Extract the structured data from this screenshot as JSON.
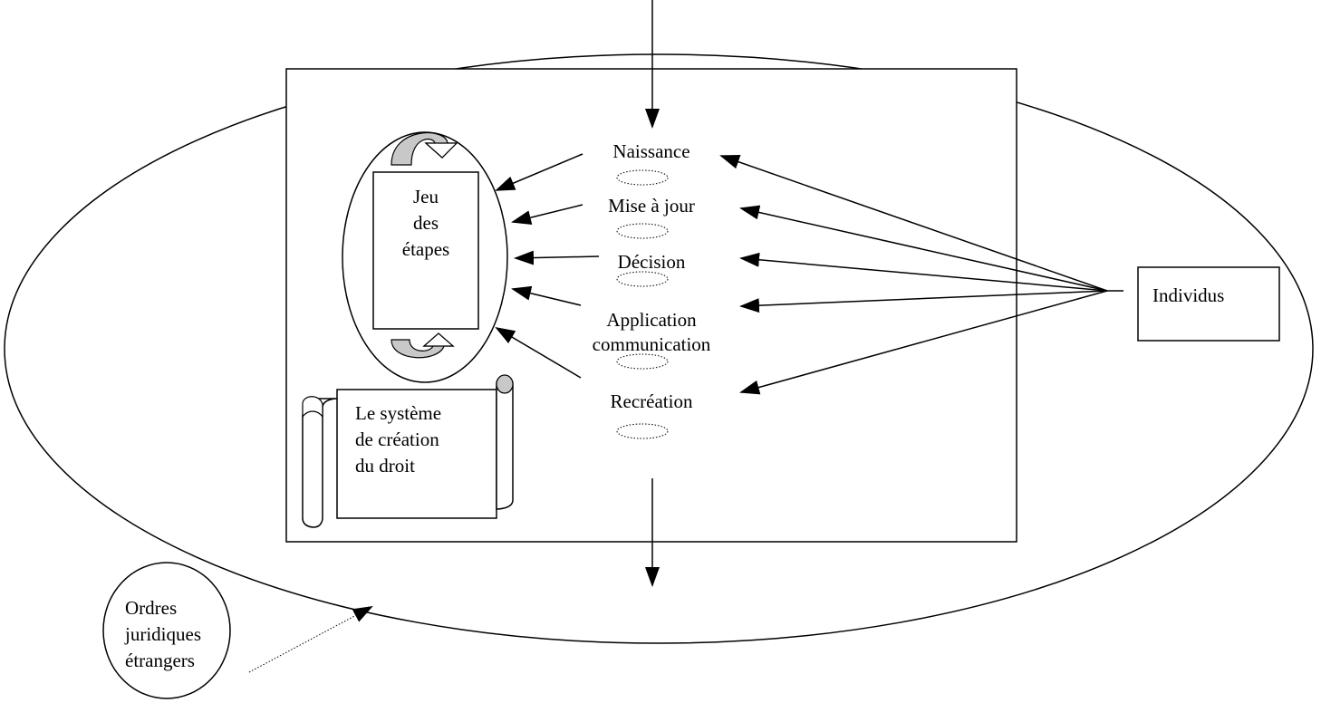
{
  "diagram": {
    "box_title": [
      "Jeu",
      "des",
      "étapes"
    ],
    "scroll_title": [
      "Le système",
      "de création",
      "du droit"
    ],
    "stages": [
      "Naissance",
      "Mise à jour",
      "Décision",
      "Application",
      "communication",
      "Recréation"
    ],
    "individus": "Individus",
    "foreign": [
      "Ordres",
      "juridiques",
      "étrangers"
    ]
  },
  "colors": {
    "stroke": "#000000",
    "fill_grey": "#c8c8c8",
    "background": "#ffffff"
  }
}
